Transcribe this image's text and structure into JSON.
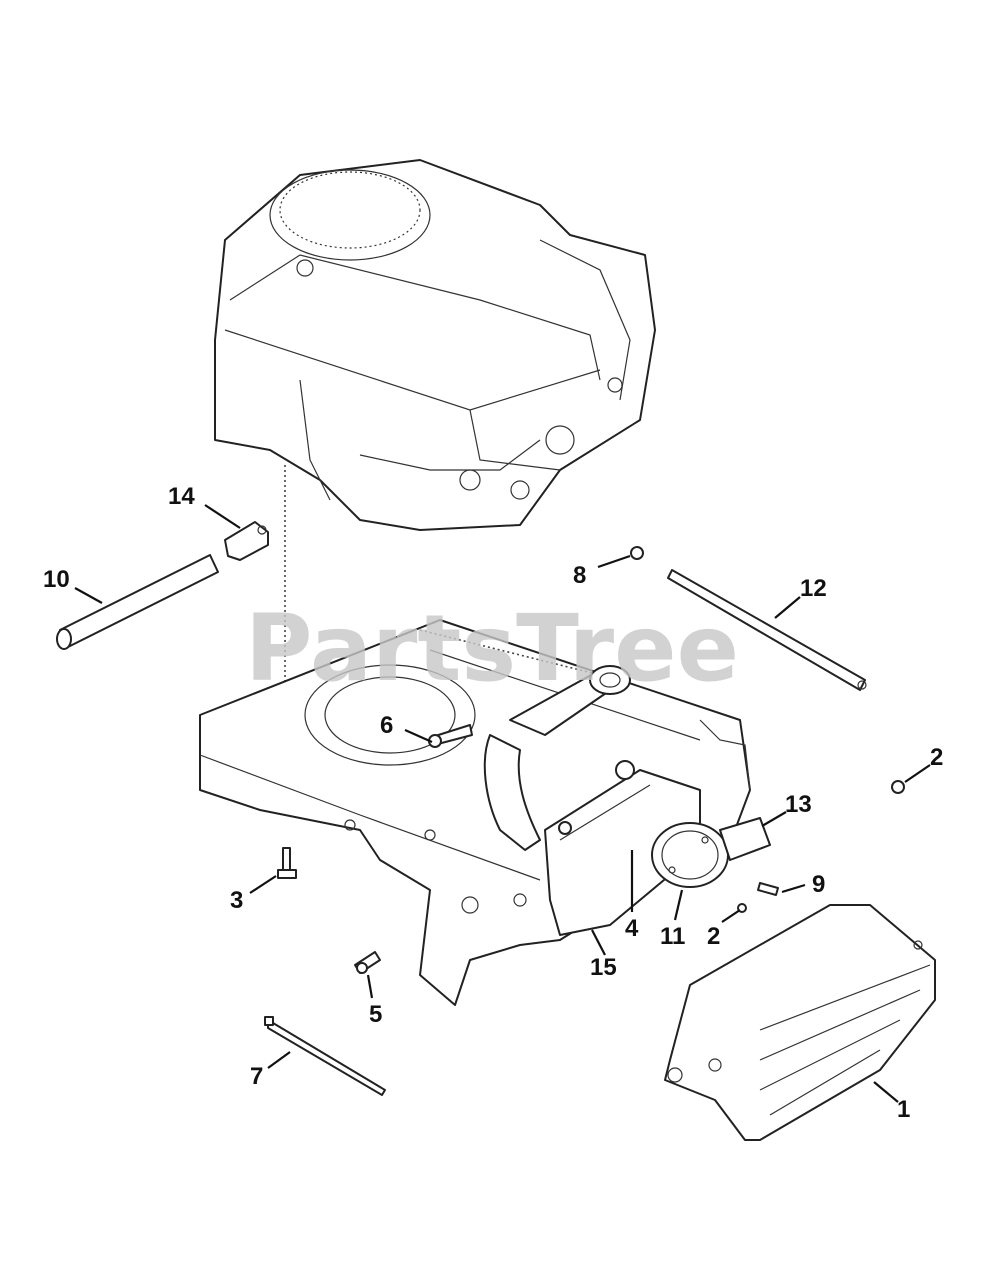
{
  "watermark": "PartsTree",
  "callouts": {
    "c1": "1",
    "c2a": "2",
    "c2b": "2",
    "c3": "3",
    "c4": "4",
    "c5": "5",
    "c6": "6",
    "c7": "7",
    "c8": "8",
    "c9": "9",
    "c10": "10",
    "c11": "11",
    "c12": "12",
    "c13": "13",
    "c14": "14",
    "c15": "15"
  }
}
